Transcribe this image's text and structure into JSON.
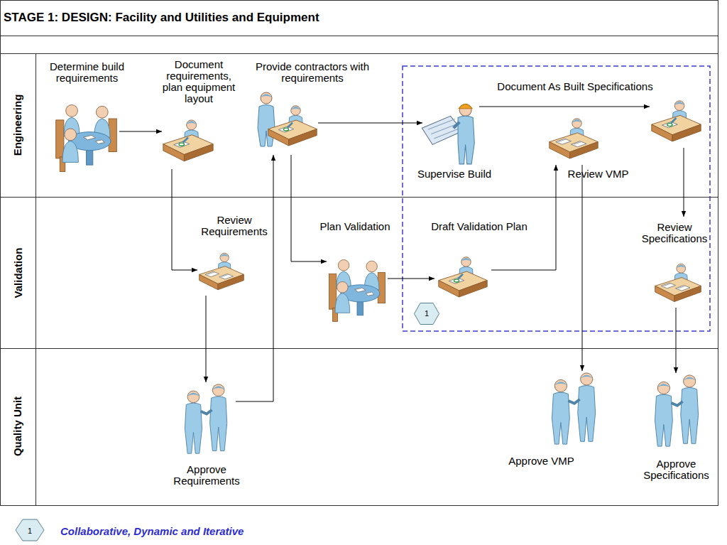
{
  "diagram": {
    "title": "STAGE 1: DESIGN: Facility and Utilities and Equipment",
    "nodes": [
      {
        "text": [
          "Engineering"
        ]
      },
      {
        "text": [
          "Determine build requirements"
        ],
        "in": 0
      },
      {
        "text": [
          "Document requirements, plan equipment layout"
        ],
        "in": 0
      },
      {
        "text": [
          "Provide contractors with requirements"
        ],
        "in": 0
      },
      {
        "text": [
          "Supervise Build"
        ],
        "in": 0
      },
      {
        "text": [
          "Review VMP"
        ],
        "in": 0
      },
      {
        "text": [
          "Document As Built Specifications"
        ],
        "in": 0
      },
      {
        "text": [
          "Validation"
        ]
      },
      {
        "text": [
          "Review Requirements"
        ],
        "in": 7
      },
      {
        "text": [
          "Plan Validation"
        ],
        "in": 7
      },
      {
        "text": [
          "Draft Validation Plan"
        ],
        "in": 7
      },
      {
        "text": [
          "1"
        ],
        "in": 7
      },
      {
        "text": [
          "Review Specifications"
        ],
        "in": 7
      },
      {
        "text": [
          "Quality Unit"
        ]
      },
      {
        "text": [
          "Approve Requirements"
        ],
        "in": 13
      },
      {
        "text": [
          "Approve VMP"
        ],
        "in": 13
      },
      {
        "text": [
          "Approve Specifications"
        ],
        "in": 13
      }
    ],
    "edges": [
      {
        "from": 1,
        "to": 2,
        "arrow": "to"
      },
      {
        "from": 2,
        "to": 8,
        "arrow": "to"
      },
      {
        "from": 8,
        "to": 14,
        "arrow": "to"
      },
      {
        "from": 14,
        "to": 3,
        "arrow": "to"
      },
      {
        "from": 3,
        "to": 4,
        "arrow": "to"
      },
      {
        "from": 3,
        "to": 9,
        "arrow": "to"
      },
      {
        "from": 9,
        "to": 10,
        "arrow": "to"
      },
      {
        "from": 10,
        "to": 5,
        "arrow": "to"
      },
      {
        "from": 4,
        "to": 6,
        "arrow": "to"
      },
      {
        "from": 5,
        "to": 15,
        "arrow": "to"
      },
      {
        "from": 6,
        "to": 12,
        "arrow": "to"
      },
      {
        "from": 12,
        "to": 16,
        "arrow": "to"
      }
    ],
    "labels": [
      "1"
    ],
    "legend": [
      {
        "text": "Collaborative, Dynamic and Iterative"
      }
    ]
  }
}
